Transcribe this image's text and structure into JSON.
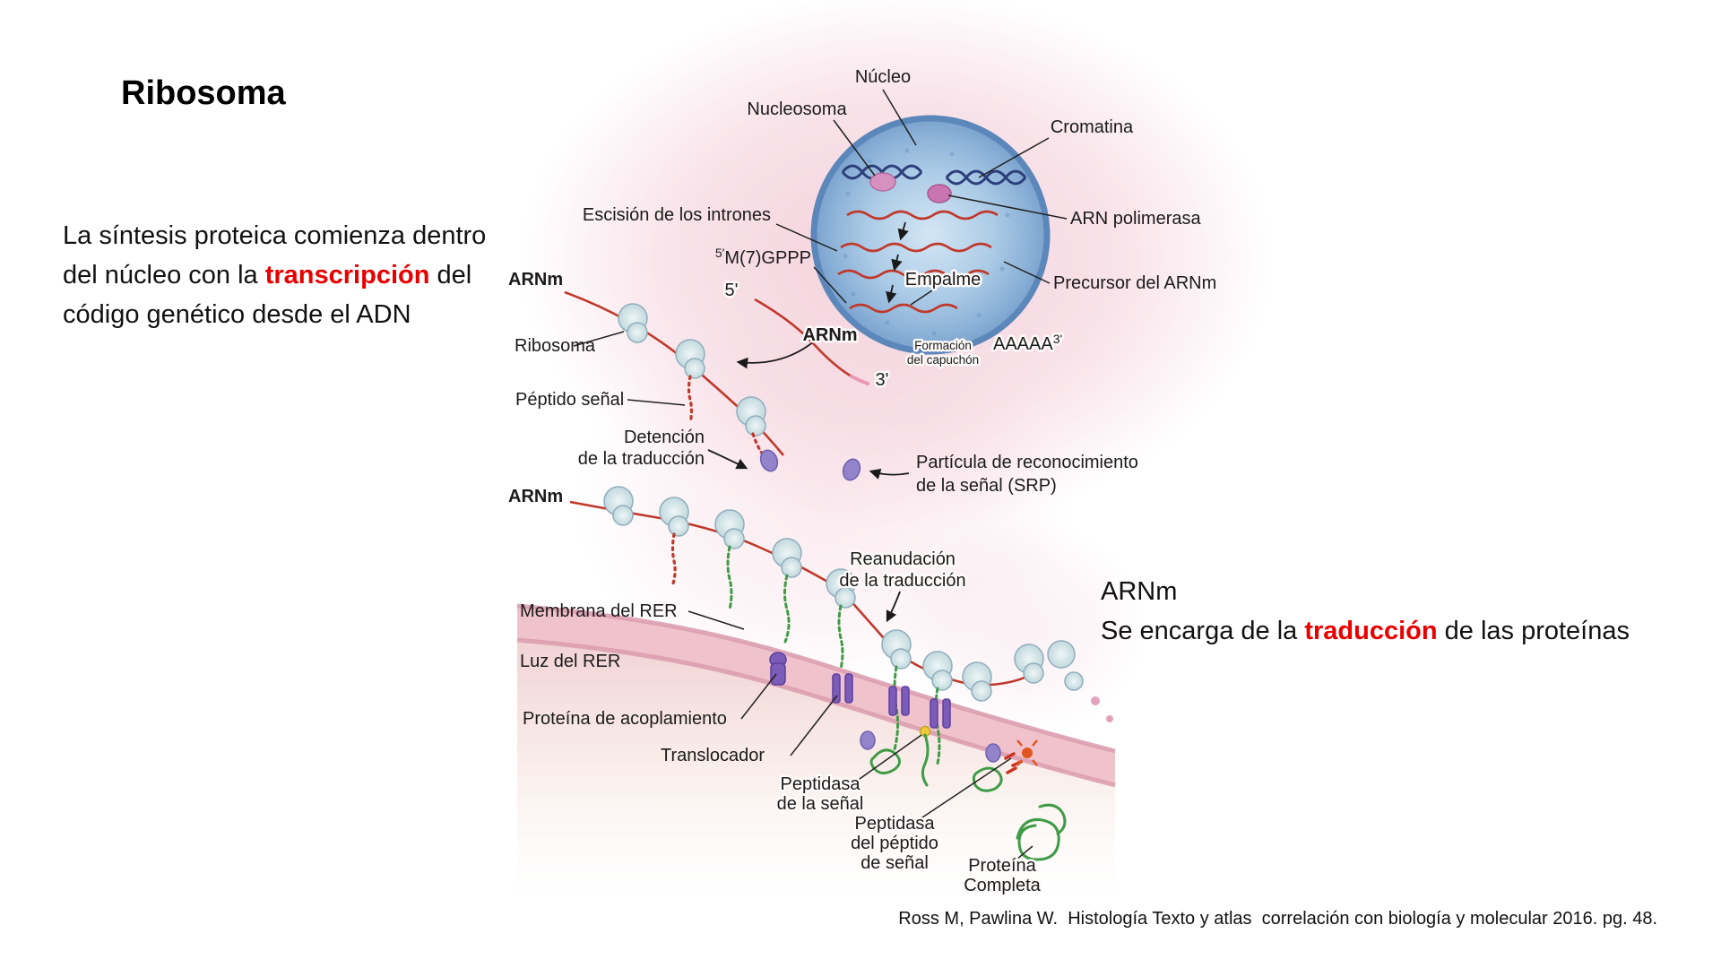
{
  "slide": {
    "title": "Ribosoma",
    "intro": {
      "pre": "La síntesis proteica comienza dentro\ndel núcleo con la ",
      "highlight": "transcripción",
      "post": " del\ncódigo genético desde el ADN"
    },
    "arnm_note": {
      "line1": "ARNm",
      "pre": "Se encarga de la ",
      "highlight": "traducción",
      "post": " de las proteínas"
    },
    "citation": "Ross M, Pawlina W.  Histología Texto y atlas  correlación con biología y molecular 2016. pg. 48.",
    "colors": {
      "highlight_red": "#e80000",
      "nucleus_blue": "#a9c9e4",
      "membrane_pink": "#f0c3cc",
      "mrna_red": "#c0392b",
      "protein_green": "#3f9b45",
      "srp_purple": "#7b5cb8"
    }
  },
  "diagram": {
    "labels": {
      "nucleo": "Núcleo",
      "nucleosoma": "Nucleosoma",
      "cromatina": "Cromatina",
      "escision": "Escisión de los intrones",
      "arn_polimerasa": "ARN polimerasa",
      "cap_sup": "5'",
      "cap_main": "M(7)GPPP",
      "empalme": "Empalme",
      "precursor": "Precursor del ARNm",
      "formacion_1": "Formación",
      "formacion_2": "del capuchón",
      "aaaaa": "AAAAA",
      "aaaaa_sup": "3'",
      "five_prime": "5'",
      "arnm_mid": "ARNm",
      "three_prime": "3'",
      "arnm_top": "ARNm",
      "ribosoma": "Ribosoma",
      "peptido_senal": "Péptido señal",
      "detencion_1": "Detención",
      "detencion_2": "de la traducción",
      "srp_1": "Partícula de reconocimiento",
      "srp_2": "de la señal (SRP)",
      "arnm_bottom": "ARNm",
      "reanudacion_1": "Reanudación",
      "reanudacion_2": "de la traducción",
      "membrana": "Membrana del RER",
      "luz": "Luz del RER",
      "acoplamiento": "Proteína de acoplamiento",
      "translocador": "Translocador",
      "peptidasa_senal_1": "Peptidasa",
      "peptidasa_senal_2": "de la señal",
      "peptidasa_peptido_1": "Peptidasa",
      "peptidasa_peptido_2": "del péptido",
      "peptidasa_peptido_3": "de señal",
      "proteina_completa_1": "Proteína",
      "proteina_completa_2": "Completa"
    }
  }
}
